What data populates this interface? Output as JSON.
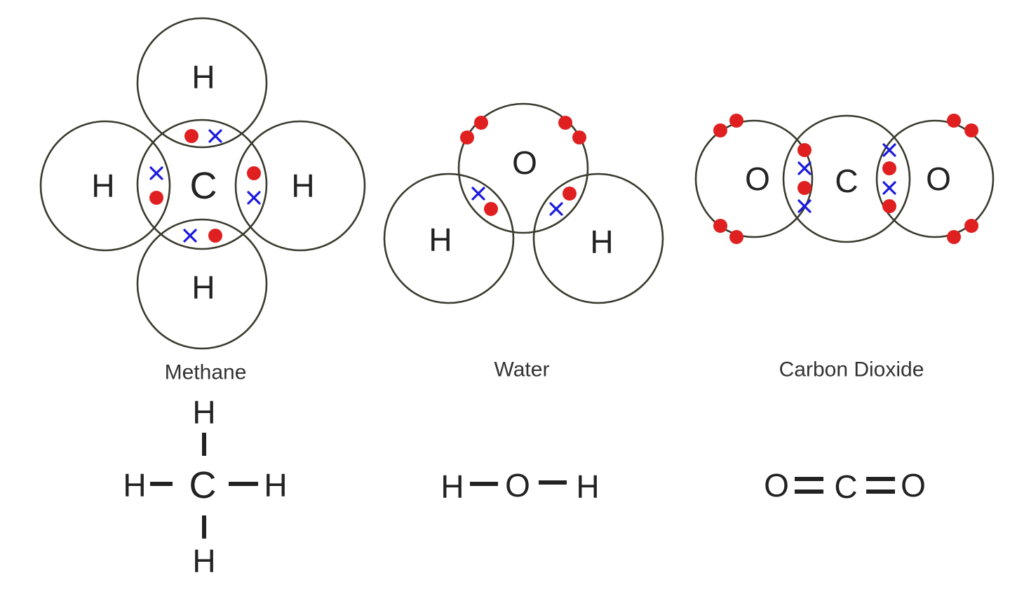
{
  "molecules": [
    {
      "id": "methane",
      "caption": "Methane",
      "atoms": [
        "H",
        "H",
        "C",
        "H",
        "H"
      ],
      "structural_atoms": [
        "H",
        "H",
        "C",
        "H",
        "H"
      ]
    },
    {
      "id": "water",
      "caption": "Water",
      "atoms": [
        "O",
        "H",
        "H"
      ],
      "structural_atoms": [
        "H",
        "O",
        "H"
      ]
    },
    {
      "id": "carbon-dioxide",
      "caption": "Carbon Dioxide",
      "atoms": [
        "O",
        "C",
        "O"
      ],
      "structural_atoms": [
        "O",
        "C",
        "O"
      ]
    }
  ],
  "colors": {
    "dot_electron": "#e02020",
    "cross_electron": "#1a1ae0",
    "shell": "#3a3a2e",
    "text": "#222222"
  },
  "electron_symbols": {
    "dot": "dot",
    "cross": "cross"
  }
}
